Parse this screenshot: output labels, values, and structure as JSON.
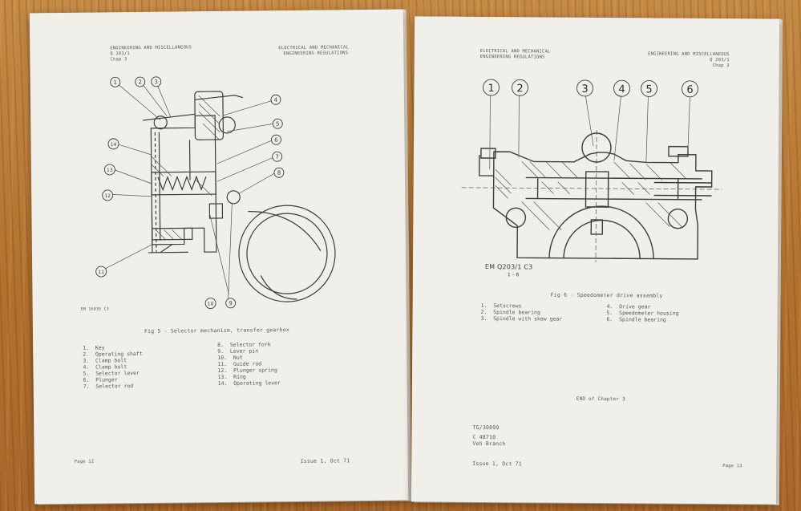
{
  "left_page": {
    "header_left": [
      "ENGINEERING AND MISCELLANEOUS",
      "Q 203/1",
      "Chap 3"
    ],
    "header_right": [
      "ELECTRICAL AND MECHANICAL",
      "ENGINEERING REGULATIONS"
    ],
    "callouts": [
      "1",
      "2",
      "3",
      "4",
      "5",
      "6",
      "7",
      "8",
      "9",
      "10",
      "11",
      "12",
      "13",
      "14"
    ],
    "drawing_ref": "EM 16035 C3",
    "caption": "Fig 5 - Selector mechanism, transfer gearbox",
    "legend_col1": [
      "1.  Key",
      "2.  Operating shaft",
      "3.  Clamp bolt",
      "4.  Clamp bolt",
      "5.  Selector lever",
      "6.  Plunger",
      "7.  Selector rod"
    ],
    "legend_col2": [
      "8.  Selector fork",
      "9.  Lever pin",
      "10.  Nut",
      "11.  Guide rod",
      "12.  Plunger spring",
      "13.  Ring",
      "14.  Operating lever"
    ],
    "footer_left": "Page 12",
    "footer_right": "Issue 1, Oct 71"
  },
  "right_page": {
    "header_left": [
      "ELECTRICAL AND MECHANICAL",
      "ENGINEERING REGULATIONS"
    ],
    "header_right": [
      "ENGINEERING AND MISCELLANEOUS",
      "Q 203/1",
      "Chap 3"
    ],
    "callouts": [
      "1",
      "2",
      "3",
      "4",
      "5",
      "6"
    ],
    "drawing_ref": "EM Q203/1 C3",
    "drawing_ref_sub": "1 - 6",
    "caption": "Fig 6 - Speedometer drive assembly",
    "legend_col1": [
      "1.  Setscrews",
      "2.  Spindle bearing",
      "3.  Spindle with skew gear"
    ],
    "legend_col2": [
      "4.  Drive gear",
      "5.  Speedometer housing",
      "6.  Spindle bearing"
    ],
    "end_text": "END of Chapter 3",
    "ref_lines": [
      "TG/30099",
      "C 48710",
      "Veh Branch"
    ],
    "footer_left": "Issue 1, Oct 71",
    "footer_right": "Page 13"
  }
}
